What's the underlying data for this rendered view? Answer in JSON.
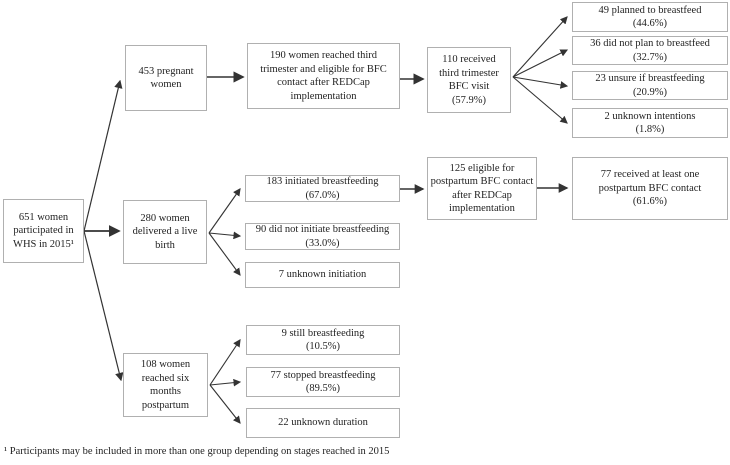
{
  "colors": {
    "box_border": "#b0b0b0",
    "arrow": "#333333",
    "text": "#232323",
    "background": "#ffffff"
  },
  "nodes": {
    "total651": {
      "lines": [
        "651 women",
        "participated in",
        "WHS in 2015¹"
      ]
    },
    "pregnant453": {
      "lines": [
        "453 pregnant",
        "women"
      ]
    },
    "reached190": {
      "lines": [
        "190 women reached third",
        "trimester and eligible for BFC",
        "contact after REDCap",
        "implementation"
      ]
    },
    "received110": {
      "lines": [
        "110 received",
        "third trimester",
        "BFC visit",
        "(57.9%)"
      ]
    },
    "planned49": {
      "lines": [
        "49 planned to breastfeed",
        "(44.6%)"
      ]
    },
    "noplan36": {
      "lines": [
        "36 did not plan to breastfeed",
        "(32.7%)"
      ]
    },
    "unsure23": {
      "lines": [
        "23 unsure if breastfeeding",
        "(20.9%)"
      ]
    },
    "unknown2": {
      "lines": [
        "2 unknown intentions",
        "(1.8%)"
      ]
    },
    "delivered280": {
      "lines": [
        "280 women",
        "delivered a live",
        "birth"
      ]
    },
    "initiated183": {
      "lines": [
        "183 initiated breastfeeding",
        "(67.0%)"
      ]
    },
    "notinit90": {
      "lines": [
        "90 did not initiate breastfeeding",
        "(33.0%)"
      ]
    },
    "unknown7": {
      "lines": [
        "7 unknown initiation"
      ]
    },
    "eligible125": {
      "lines": [
        "125 eligible for",
        "postpartum BFC contact",
        "after REDCap",
        "implementation"
      ]
    },
    "received77": {
      "lines": [
        "77 received at least one",
        "postpartum BFC contact",
        "(61.6%)"
      ]
    },
    "reached108": {
      "lines": [
        "108 women",
        "reached six",
        "months",
        "postpartum"
      ]
    },
    "still9": {
      "lines": [
        "9 still breastfeeding",
        "(10.5%)"
      ]
    },
    "stopped77": {
      "lines": [
        "77 stopped breastfeeding",
        "(89.5%)"
      ]
    },
    "unknown22": {
      "lines": [
        "22 unknown duration"
      ]
    }
  },
  "footnote": "¹ Participants may be included in more than one group depending on stages reached in 2015"
}
